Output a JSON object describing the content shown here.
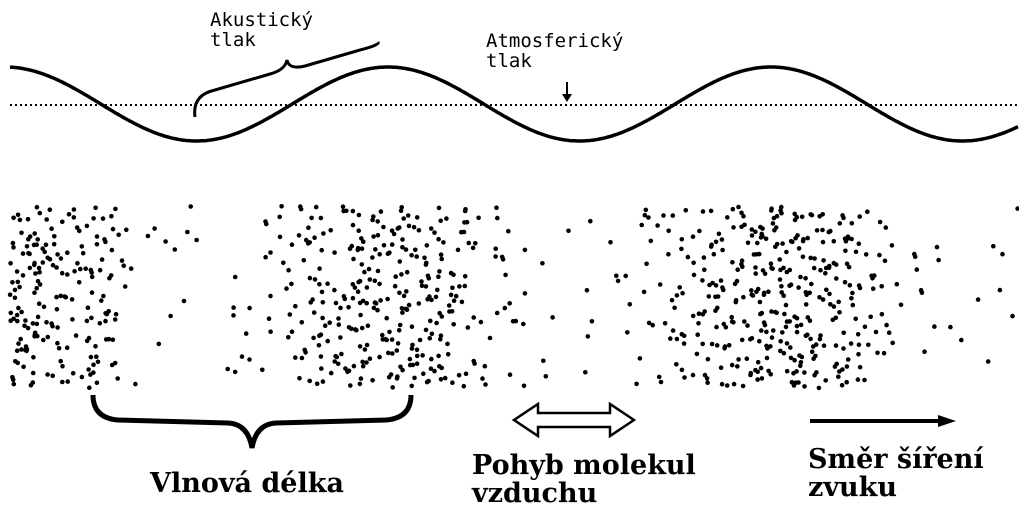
{
  "diagram": {
    "labels": {
      "acoustic_pressure": [
        "Akustický",
        "tlak"
      ],
      "atmospheric_pressure": [
        "Atmosferický",
        "tlak"
      ],
      "wavelength": "Vlnová délka",
      "molecule_motion": [
        "Pohyb molekul",
        "vzduchu"
      ],
      "propagation_direction": [
        "Směr šíření",
        "zvuku"
      ]
    },
    "colors": {
      "ink": "#000000",
      "background": "#ffffff"
    },
    "icons": {
      "double_arrow": "double-headed-arrow-icon",
      "direction_arrow": "right-arrow-icon",
      "wavelength_brace": "curly-brace-icon",
      "acoustic_brace": "curly-brace-icon"
    }
  }
}
